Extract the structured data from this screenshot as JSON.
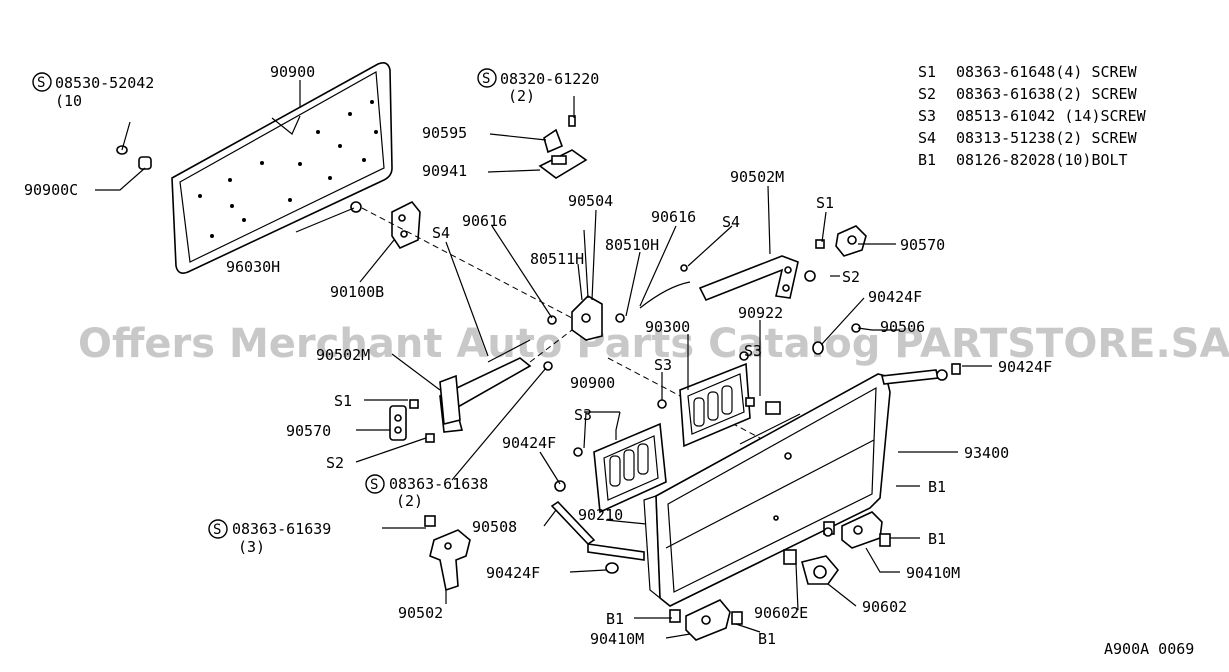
{
  "diagram_code": "A900A 0069",
  "watermark": "Offers Merchant Auto Parts Catalog PARTSTORE.SA",
  "screw_symbol": "S",
  "legend": [
    {
      "key": "S1",
      "text": "08363-61648(4) SCREW"
    },
    {
      "key": "S2",
      "text": "08363-61638(2) SCREW"
    },
    {
      "key": "S3",
      "text": "08513-61042 (14)SCREW"
    },
    {
      "key": "S4",
      "text": "08313-51238(2) SCREW"
    },
    {
      "key": "B1",
      "text": "08126-82028(10)BOLT"
    }
  ],
  "labels": {
    "p08530": "08530-52042",
    "p08530_qty": "(10",
    "p90900_top": "90900",
    "p90900c": "90900C",
    "p96030h": "96030H",
    "p90100b": "90100B",
    "p08320": "08320-61220",
    "p08320_qty": "(2)",
    "p90595": "90595",
    "p90941": "90941",
    "p90504": "90504",
    "p90616_l": "90616",
    "p90616_r": "90616",
    "p80511h": "80511H",
    "p80510h": "80510H",
    "p90502m_r": "90502M",
    "p90502m_l": "90502M",
    "s4_l": "S4",
    "s4_r": "S4",
    "s1_r": "S1",
    "s2_r": "S2",
    "p90570_r": "90570",
    "p90424f_tr": "90424F",
    "p90506": "90506",
    "p90424f_r": "90424F",
    "p90300": "90300",
    "p90922": "90922",
    "s3_a": "S3",
    "s3_b": "S3",
    "s3_c": "S3",
    "p90900_mid": "90900",
    "s1_l": "S1",
    "p90570_l": "90570",
    "s2_l": "S2",
    "p90424f_m": "90424F",
    "p08363_61638": "08363-61638",
    "p08363_61638_qty": "(2)",
    "p93400": "93400",
    "b1_r": "B1",
    "b1_mr": "B1",
    "p90210": "90210",
    "p90508": "90508",
    "p08363_61639": "08363-61639",
    "p08363_61639_qty": "(3)",
    "p90424f_b": "90424F",
    "p90410m_r": "90410M",
    "p90502": "90502",
    "b1_bl": "B1",
    "p90602e": "90602E",
    "p90602": "90602",
    "p90410m_b": "90410M",
    "b1_b": "B1"
  }
}
